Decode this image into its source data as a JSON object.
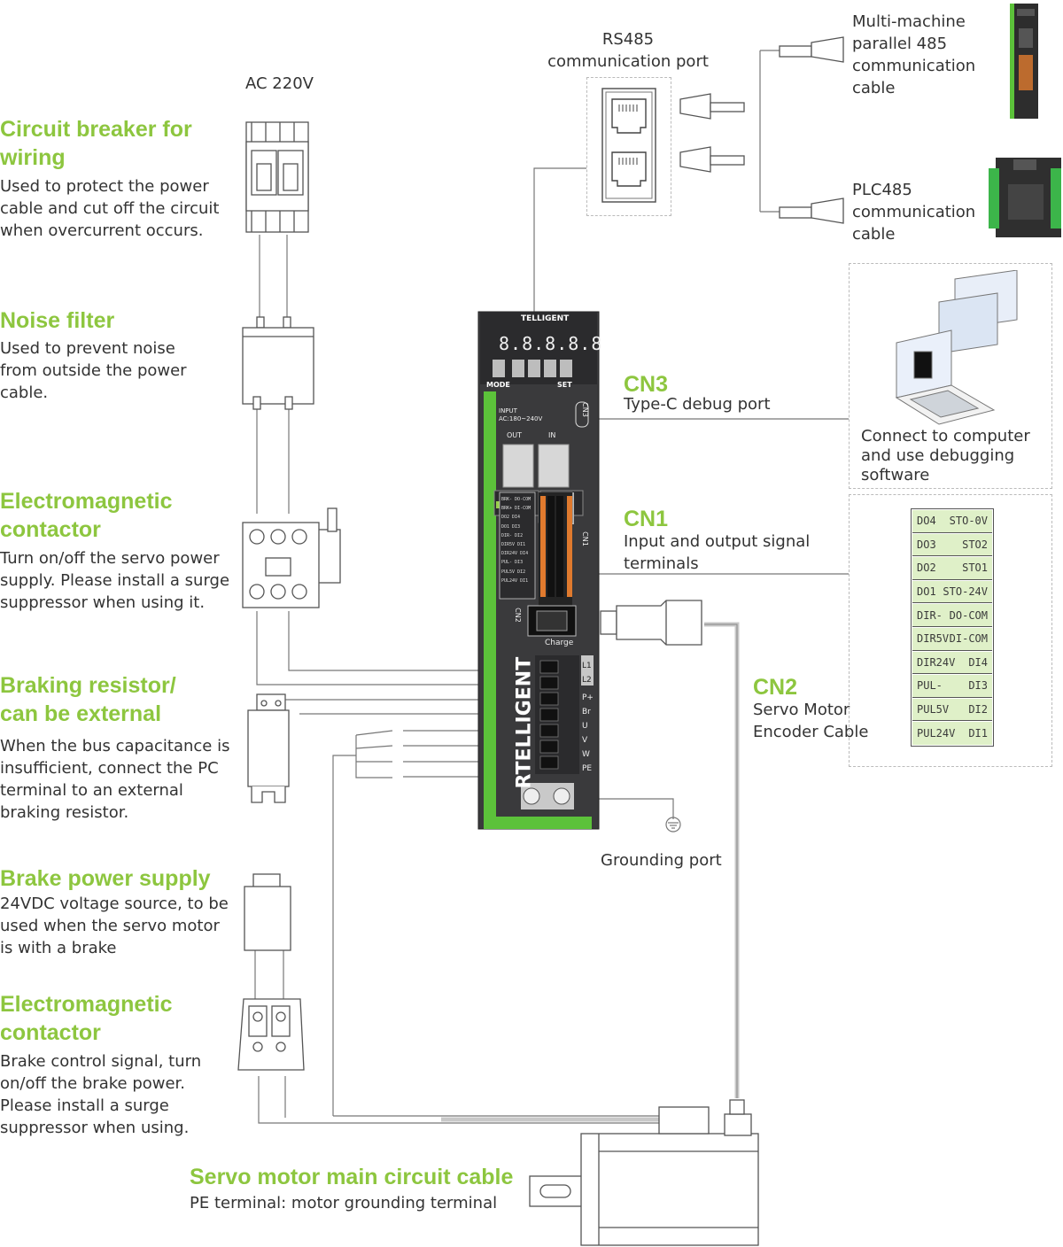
{
  "labels": {
    "ac_power": "AC 220V",
    "rs485_title": [
      "RS485",
      "communication port"
    ],
    "multi_machine": [
      "Multi-machine",
      "parallel 485",
      "communication",
      "cable"
    ],
    "plc485": [
      "PLC485",
      "communication",
      "cable"
    ],
    "grounding_port": "Grounding port",
    "computer_note": [
      "Connect to computer",
      "and use debugging",
      "software"
    ]
  },
  "components": {
    "circuit_breaker": {
      "title": [
        "Circuit breaker for",
        "wiring"
      ],
      "desc": [
        "Used to protect the power",
        "cable and cut off the circuit",
        "when overcurrent occurs."
      ]
    },
    "noise_filter": {
      "title": [
        "Noise filter"
      ],
      "desc": [
        "Used to prevent noise",
        "from outside the power",
        "cable."
      ]
    },
    "em_contactor_1": {
      "title": [
        "Electromagnetic",
        "contactor"
      ],
      "desc": [
        "Turn on/off the servo power",
        "supply. Please install a surge",
        "suppressor when using it."
      ]
    },
    "braking_resistor": {
      "title": [
        "Braking resistor/",
        "can be external"
      ],
      "desc": [
        "When the bus capacitance is",
        "insufficient, connect the PC",
        "terminal to an external",
        "braking resistor."
      ]
    },
    "brake_power": {
      "title": [
        "Brake power supply"
      ],
      "desc": [
        "24VDC voltage source, to be",
        "used when the servo motor",
        "is with a brake"
      ]
    },
    "em_contactor_2": {
      "title": [
        "Electromagnetic",
        "contactor"
      ],
      "desc": [
        "Brake control signal, turn",
        "on/off the brake power.",
        "Please install a surge",
        "suppressor when using."
      ]
    },
    "motor_cable": {
      "title": [
        "Servo motor main circuit cable"
      ],
      "desc": [
        "PE terminal: motor grounding terminal"
      ]
    }
  },
  "ports": {
    "cn3": {
      "title": "CN3",
      "desc": [
        "Type-C debug port"
      ]
    },
    "cn1": {
      "title": "CN1",
      "desc": [
        "Input and output signal",
        "terminals"
      ]
    },
    "cn2": {
      "title": "CN2",
      "desc": [
        "Servo Motor",
        "Encoder Cable"
      ]
    }
  },
  "cn1_table": [
    [
      "DO4",
      "STO-0V"
    ],
    [
      "DO3",
      "STO2"
    ],
    [
      "DO2",
      "STO1"
    ],
    [
      "DO1",
      "STO-24V"
    ],
    [
      "DIR-",
      "DO-COM"
    ],
    [
      "DIR5V",
      "DI-COM"
    ],
    [
      "DIR24V",
      "DI4"
    ],
    [
      "PUL-",
      "DI3"
    ],
    [
      "PUL5V",
      "DI2"
    ],
    [
      "PUL24V",
      "DI1"
    ]
  ],
  "drive": {
    "brand": "TELLIGENT",
    "display": "8.8.8.8.8",
    "keys": [
      "MODE",
      "SET"
    ],
    "input_label": [
      "INPUT",
      "AC:180~240V"
    ],
    "port_out": "OUT",
    "port_in": "IN",
    "cn3_mark": "CN3",
    "cn2_mark": "CN2",
    "charge": "Charge",
    "power_terminals": [
      "L1",
      "L2",
      "P+",
      "Br",
      "U",
      "V",
      "W",
      "PE"
    ],
    "cn1_mark": "CN1",
    "side_logo": "RTELLIGENT",
    "cn1_terminal_labels": [
      "BRK- DO-COM",
      "BRK+ DI-COM",
      "DO2 DI4",
      "DO1 DI3",
      "DIR- DI2",
      "DIR5V DI1",
      "DIR24V DI4",
      "PUL- DI3",
      "PUL5V DI2",
      "PUL24V DI1"
    ]
  },
  "colors": {
    "accent": "#8dc63f",
    "drive_body": "#3a3a3c",
    "drive_green": "#5cc23a",
    "terminal_orange": "#e07a2e",
    "table_fill": "#dff0c8"
  }
}
